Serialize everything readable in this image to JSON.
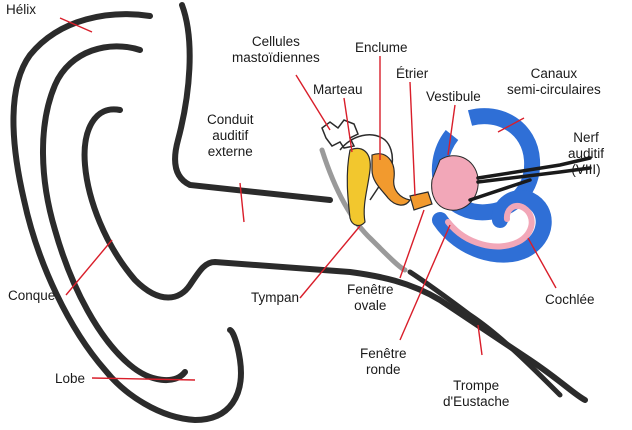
{
  "colors": {
    "outline": "#2b2b2b",
    "leader": "#d91e2a",
    "ossicle_yellow": "#f2c72e",
    "ossicle_orange": "#f29a2e",
    "labyrinth_blue": "#2f6fd6",
    "labyrinth_pink": "#f2a7b8",
    "canal_gray": "#9a9a9a"
  },
  "labels": {
    "helix": "Hélix",
    "cellules": [
      "Cellules",
      "mastoïdiennes"
    ],
    "enclume": "Enclume",
    "etrier": "Étrier",
    "marteau": "Marteau",
    "vestibule": "Vestibule",
    "canaux": [
      "Canaux",
      "semi-circulaires"
    ],
    "conduit": [
      "Conduit",
      "auditif",
      "externe"
    ],
    "nerf": [
      "Nerf",
      "auditif",
      "(VIII)"
    ],
    "conque": "Conque",
    "tympan": "Tympan",
    "fenetre_ovale": [
      "Fenêtre",
      "ovale"
    ],
    "cochlee": "Cochlée",
    "fenetre_ronde": [
      "Fenêtre",
      "ronde"
    ],
    "lobe": "Lobe",
    "trompe": [
      "Trompe",
      "d'Eustache"
    ]
  }
}
